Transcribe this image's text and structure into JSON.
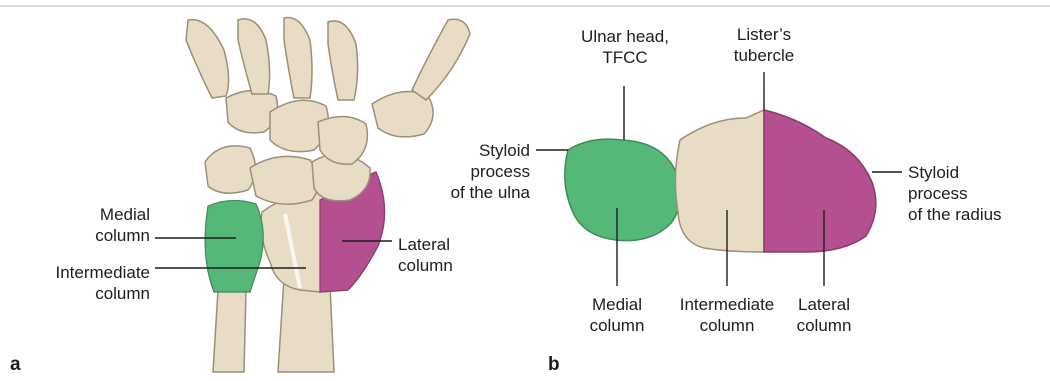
{
  "panel_a": {
    "letter": "a",
    "labels": {
      "medial_column": "Medial\ncolumn",
      "intermediate_column": "Intermediate\ncolumn",
      "lateral_column": "Lateral\ncolumn"
    }
  },
  "panel_b": {
    "letter": "b",
    "labels": {
      "ulnar_head": "Ulnar head,\nTFCC",
      "listers_tubercle": "Lister’s\ntubercle",
      "styloid_ulna": "Styloid\nprocess\nof the ulna",
      "styloid_radius": "Styloid\nprocess\nof the radius",
      "medial_column": "Medial\ncolumn",
      "intermediate_column": "Intermediate\ncolumn",
      "lateral_column": "Lateral\ncolumn"
    }
  },
  "colors": {
    "bone": "#e8dcc6",
    "bone_outline": "#9c8f78",
    "medial_green": "#55b878",
    "lateral_magenta": "#b4508f",
    "leader_line": "#1e1e1e",
    "frame": "#cfcfcf"
  }
}
